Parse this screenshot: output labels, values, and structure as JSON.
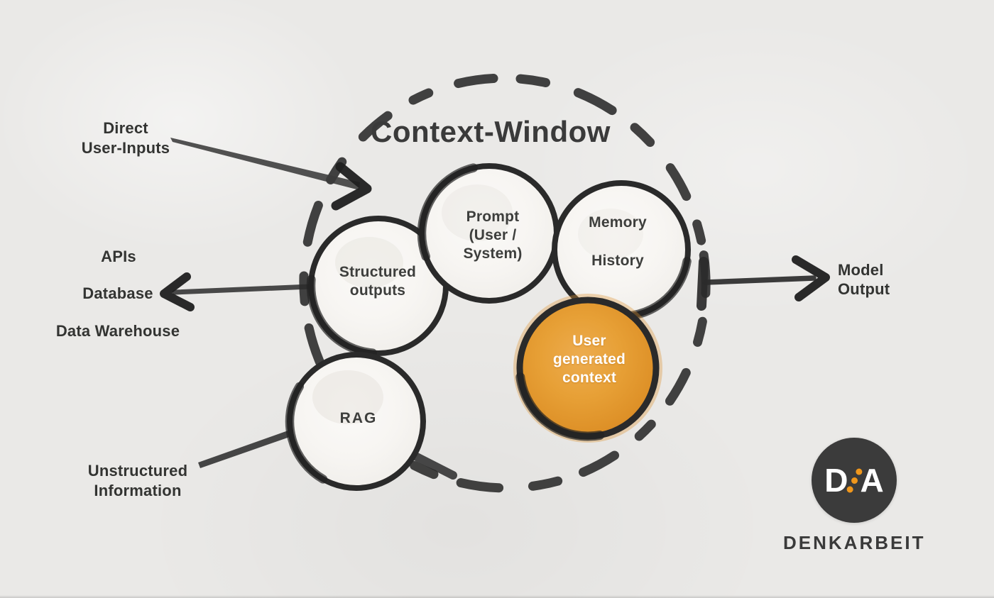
{
  "title": "Context-Window",
  "sources": {
    "direct_user_inputs": "Direct\nUser-Inputs",
    "apis": "APIs",
    "database": "Database",
    "data_warehouse": "Data Warehouse",
    "unstructured_information": "Unstructured\nInformation"
  },
  "result": {
    "model_output": "Model\nOutput"
  },
  "nodes": {
    "structured_outputs": "Structured\noutputs",
    "prompt": "Prompt\n(User /\nSystem)",
    "memory": "Memory",
    "history": "History",
    "rag": "RAG",
    "user_generated_context": "User\ngenerated\ncontext"
  },
  "logo": {
    "letter_d": "D",
    "letter_a": "A",
    "wordmark": "DENKARBEIT"
  },
  "colors": {
    "background": "#EAE9E7",
    "ink": "#2B2B2B",
    "highlight_orange": "#E49B33",
    "node_fill": "#F8F6F3",
    "label_text": "#333432",
    "node_text": "#3D3E3C",
    "highlight_node_text": "#FFFFFF",
    "logo_circle": "#3B3B3B",
    "logo_dots": "#F0971C"
  }
}
